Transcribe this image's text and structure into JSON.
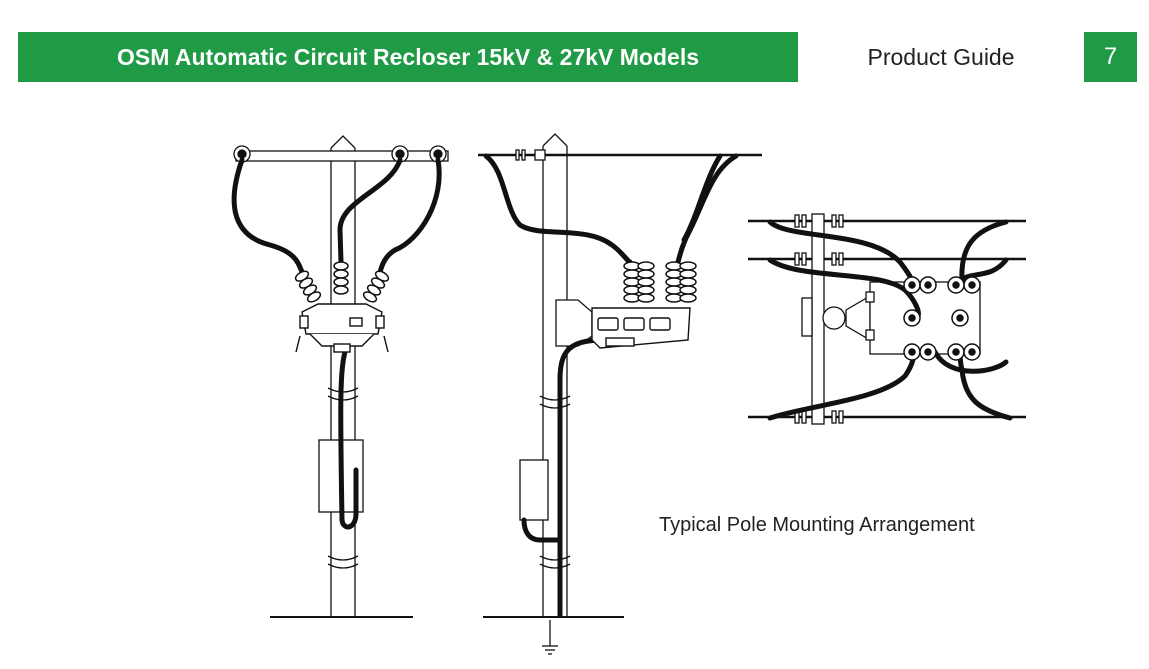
{
  "header": {
    "title": "OSM Automatic Circuit Recloser 15kV & 27kV Models",
    "guide_label": "Product Guide",
    "page_number": "7",
    "accent_color": "#1f9a45"
  },
  "figure": {
    "caption": "Typical Pole Mounting Arrangement"
  }
}
